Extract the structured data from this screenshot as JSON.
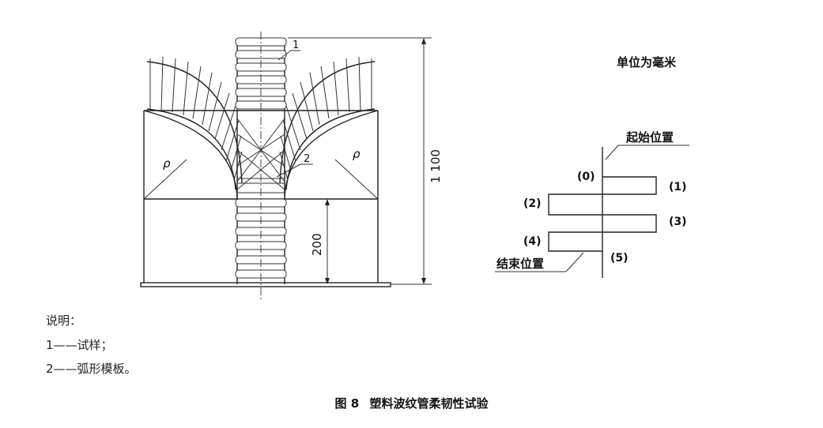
{
  "units_note": "单位为毫米",
  "dimensions": {
    "total_height": "1 100",
    "lower_height": "200"
  },
  "labels": {
    "rho": "ρ",
    "item1": "1",
    "item2": "2"
  },
  "positions_diagram": {
    "start": "起始位置",
    "end": "结束位置",
    "p0": "(0)",
    "p1": "(1)",
    "p2": "(2)",
    "p3": "(3)",
    "p4": "(4)",
    "p5": "(5)"
  },
  "legend": {
    "title": "说明：",
    "item1": "1——试样；",
    "item2": "2——弧形模板。"
  },
  "caption": {
    "number": "图 8",
    "title": "塑料波纹管柔韧性试验"
  }
}
